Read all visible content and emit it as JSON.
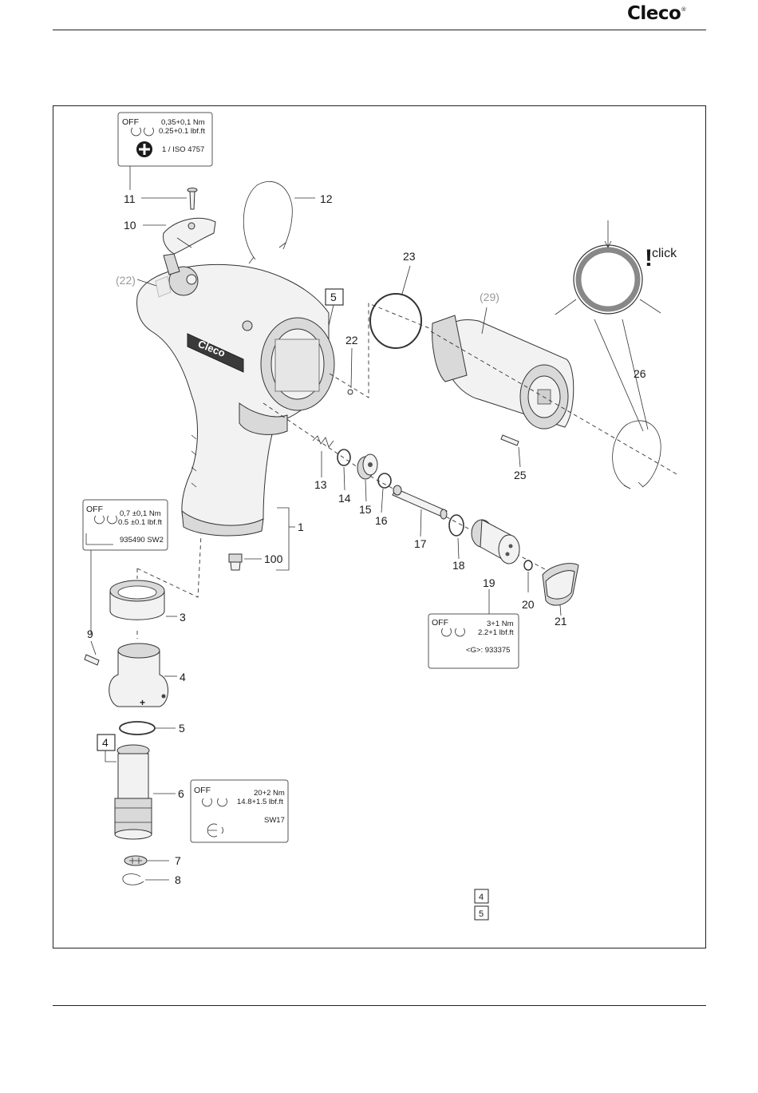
{
  "header": {
    "brand": "Cleco",
    "brand_mark": "®"
  },
  "callouts": {
    "p1": "1",
    "p3": "3",
    "p4": "4",
    "p5": "5",
    "p6": "6",
    "p7": "7",
    "p8": "8",
    "p9": "9",
    "p10": "10",
    "p11": "11",
    "p12": "12",
    "p13": "13",
    "p14": "14",
    "p15": "15",
    "p16": "16",
    "p17": "17",
    "p18": "18",
    "p19": "19",
    "p20": "20",
    "p21": "21",
    "p22": "22",
    "p22_ref": "(22)",
    "p23": "23",
    "p25": "25",
    "p26": "26",
    "p29_ref": "(29)",
    "p100": "100",
    "box_5": "5",
    "box_4": "4"
  },
  "click_note": {
    "mark": "!",
    "text": "click"
  },
  "spec_boxes": {
    "screw_11": {
      "off": "OFF",
      "torque_nm": "0,35+0,1 Nm",
      "torque_lbf": "0.25+0.1 lbf.ft",
      "bit": "1 / ISO 4757",
      "icon": "phillips-icon"
    },
    "handle_9": {
      "off": "OFF",
      "torque_nm": "0,7 ±0,1 Nm",
      "torque_lbf": "0.5 ±0.1 lbf.ft",
      "tool": "935490 SW2",
      "icon": "hex-key-icon"
    },
    "valve_19": {
      "off": "OFF",
      "torque_nm": "3+1 Nm",
      "torque_lbf": "2.2+1 lbf.ft",
      "tool": "<G>: 933375"
    },
    "housing_6": {
      "off": "OFF",
      "torque_nm": "20+2 Nm",
      "torque_lbf": "14.8+1.5 lbf.ft",
      "tool": "SW17",
      "icon": "wrench-icon"
    }
  },
  "legend": {
    "key_4": "4",
    "key_5": "5"
  },
  "colors": {
    "line": "#333333",
    "part_fill": "#f2f2f2",
    "ghost": "#9a9a9a"
  }
}
